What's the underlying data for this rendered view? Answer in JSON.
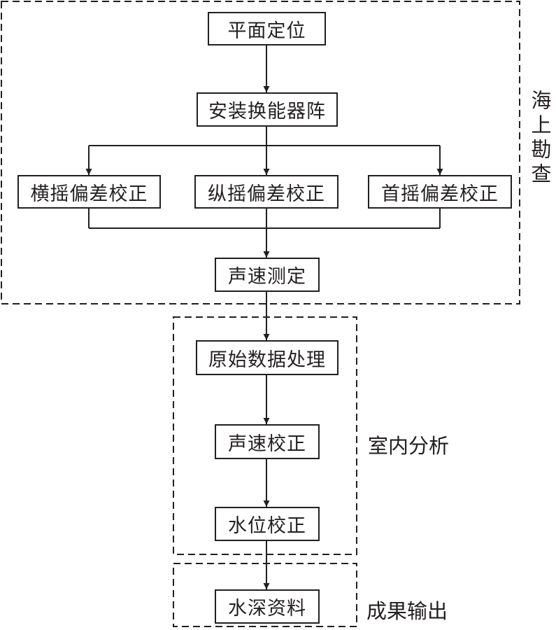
{
  "regions": {
    "offshore": "海上勘查",
    "indoor": "室内分析",
    "output": "成果输出"
  },
  "steps": {
    "positioning": "平面定位",
    "install": "安装换能器阵",
    "roll": "横摇偏差校正",
    "pitch": "纵摇偏差校正",
    "heading": "首摇偏差校正",
    "sound_speed_measure": "声速测定",
    "raw_processing": "原始数据处理",
    "sound_speed_correct": "声速校正",
    "tide_correct": "水位校正",
    "depth_data": "水深资料"
  },
  "colors": {
    "line": "#231f20"
  }
}
